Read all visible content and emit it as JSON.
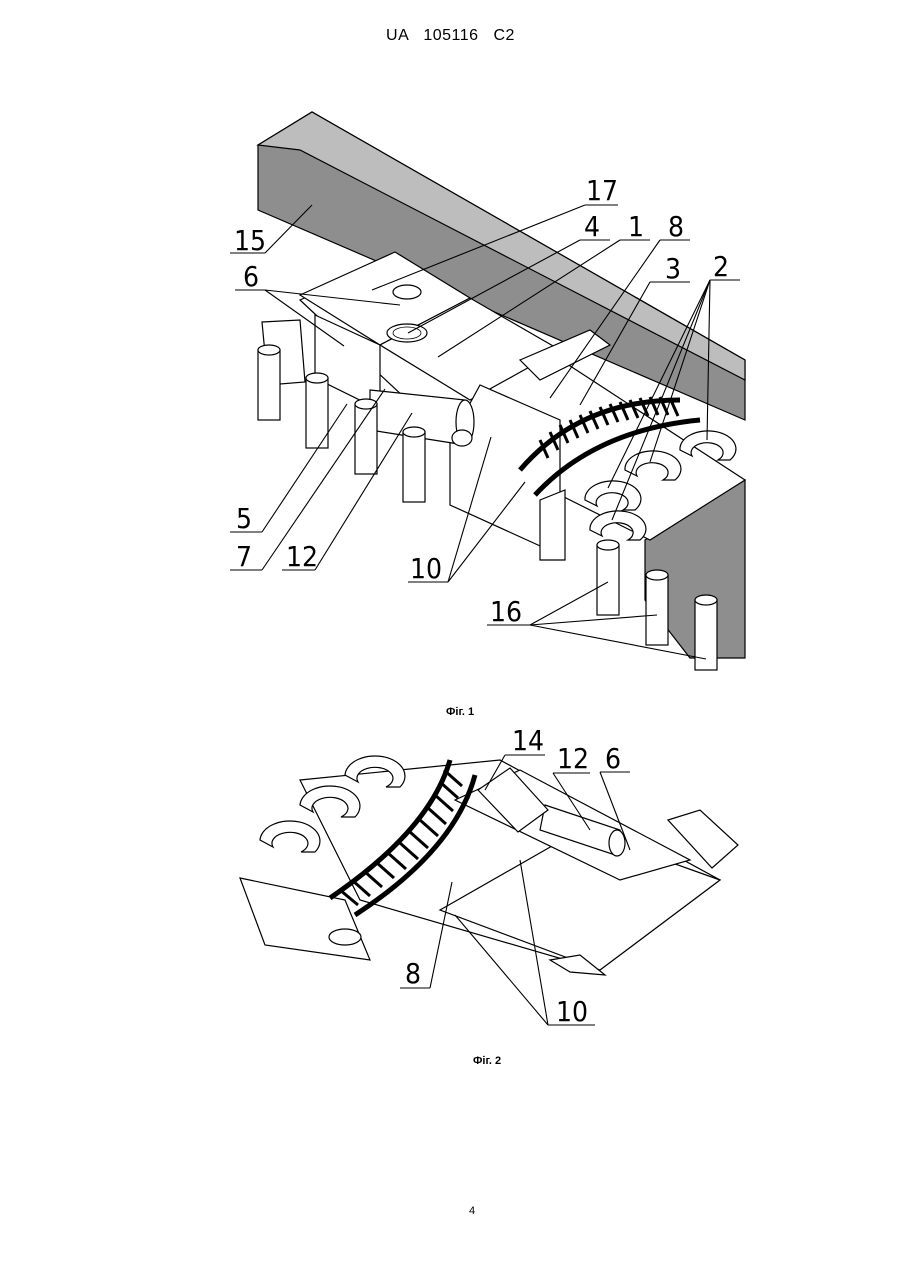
{
  "header": {
    "office": "UA",
    "number": "105116",
    "kind": "C2"
  },
  "figures": [
    {
      "caption": "Фіг. 1",
      "labels": [
        "15",
        "17",
        "4",
        "1",
        "8",
        "3",
        "2",
        "6",
        "5",
        "7",
        "12",
        "10",
        "16"
      ]
    },
    {
      "caption": "Фіг. 2",
      "labels": [
        "14",
        "12",
        "6",
        "8",
        "10"
      ]
    }
  ],
  "page_number": "4"
}
